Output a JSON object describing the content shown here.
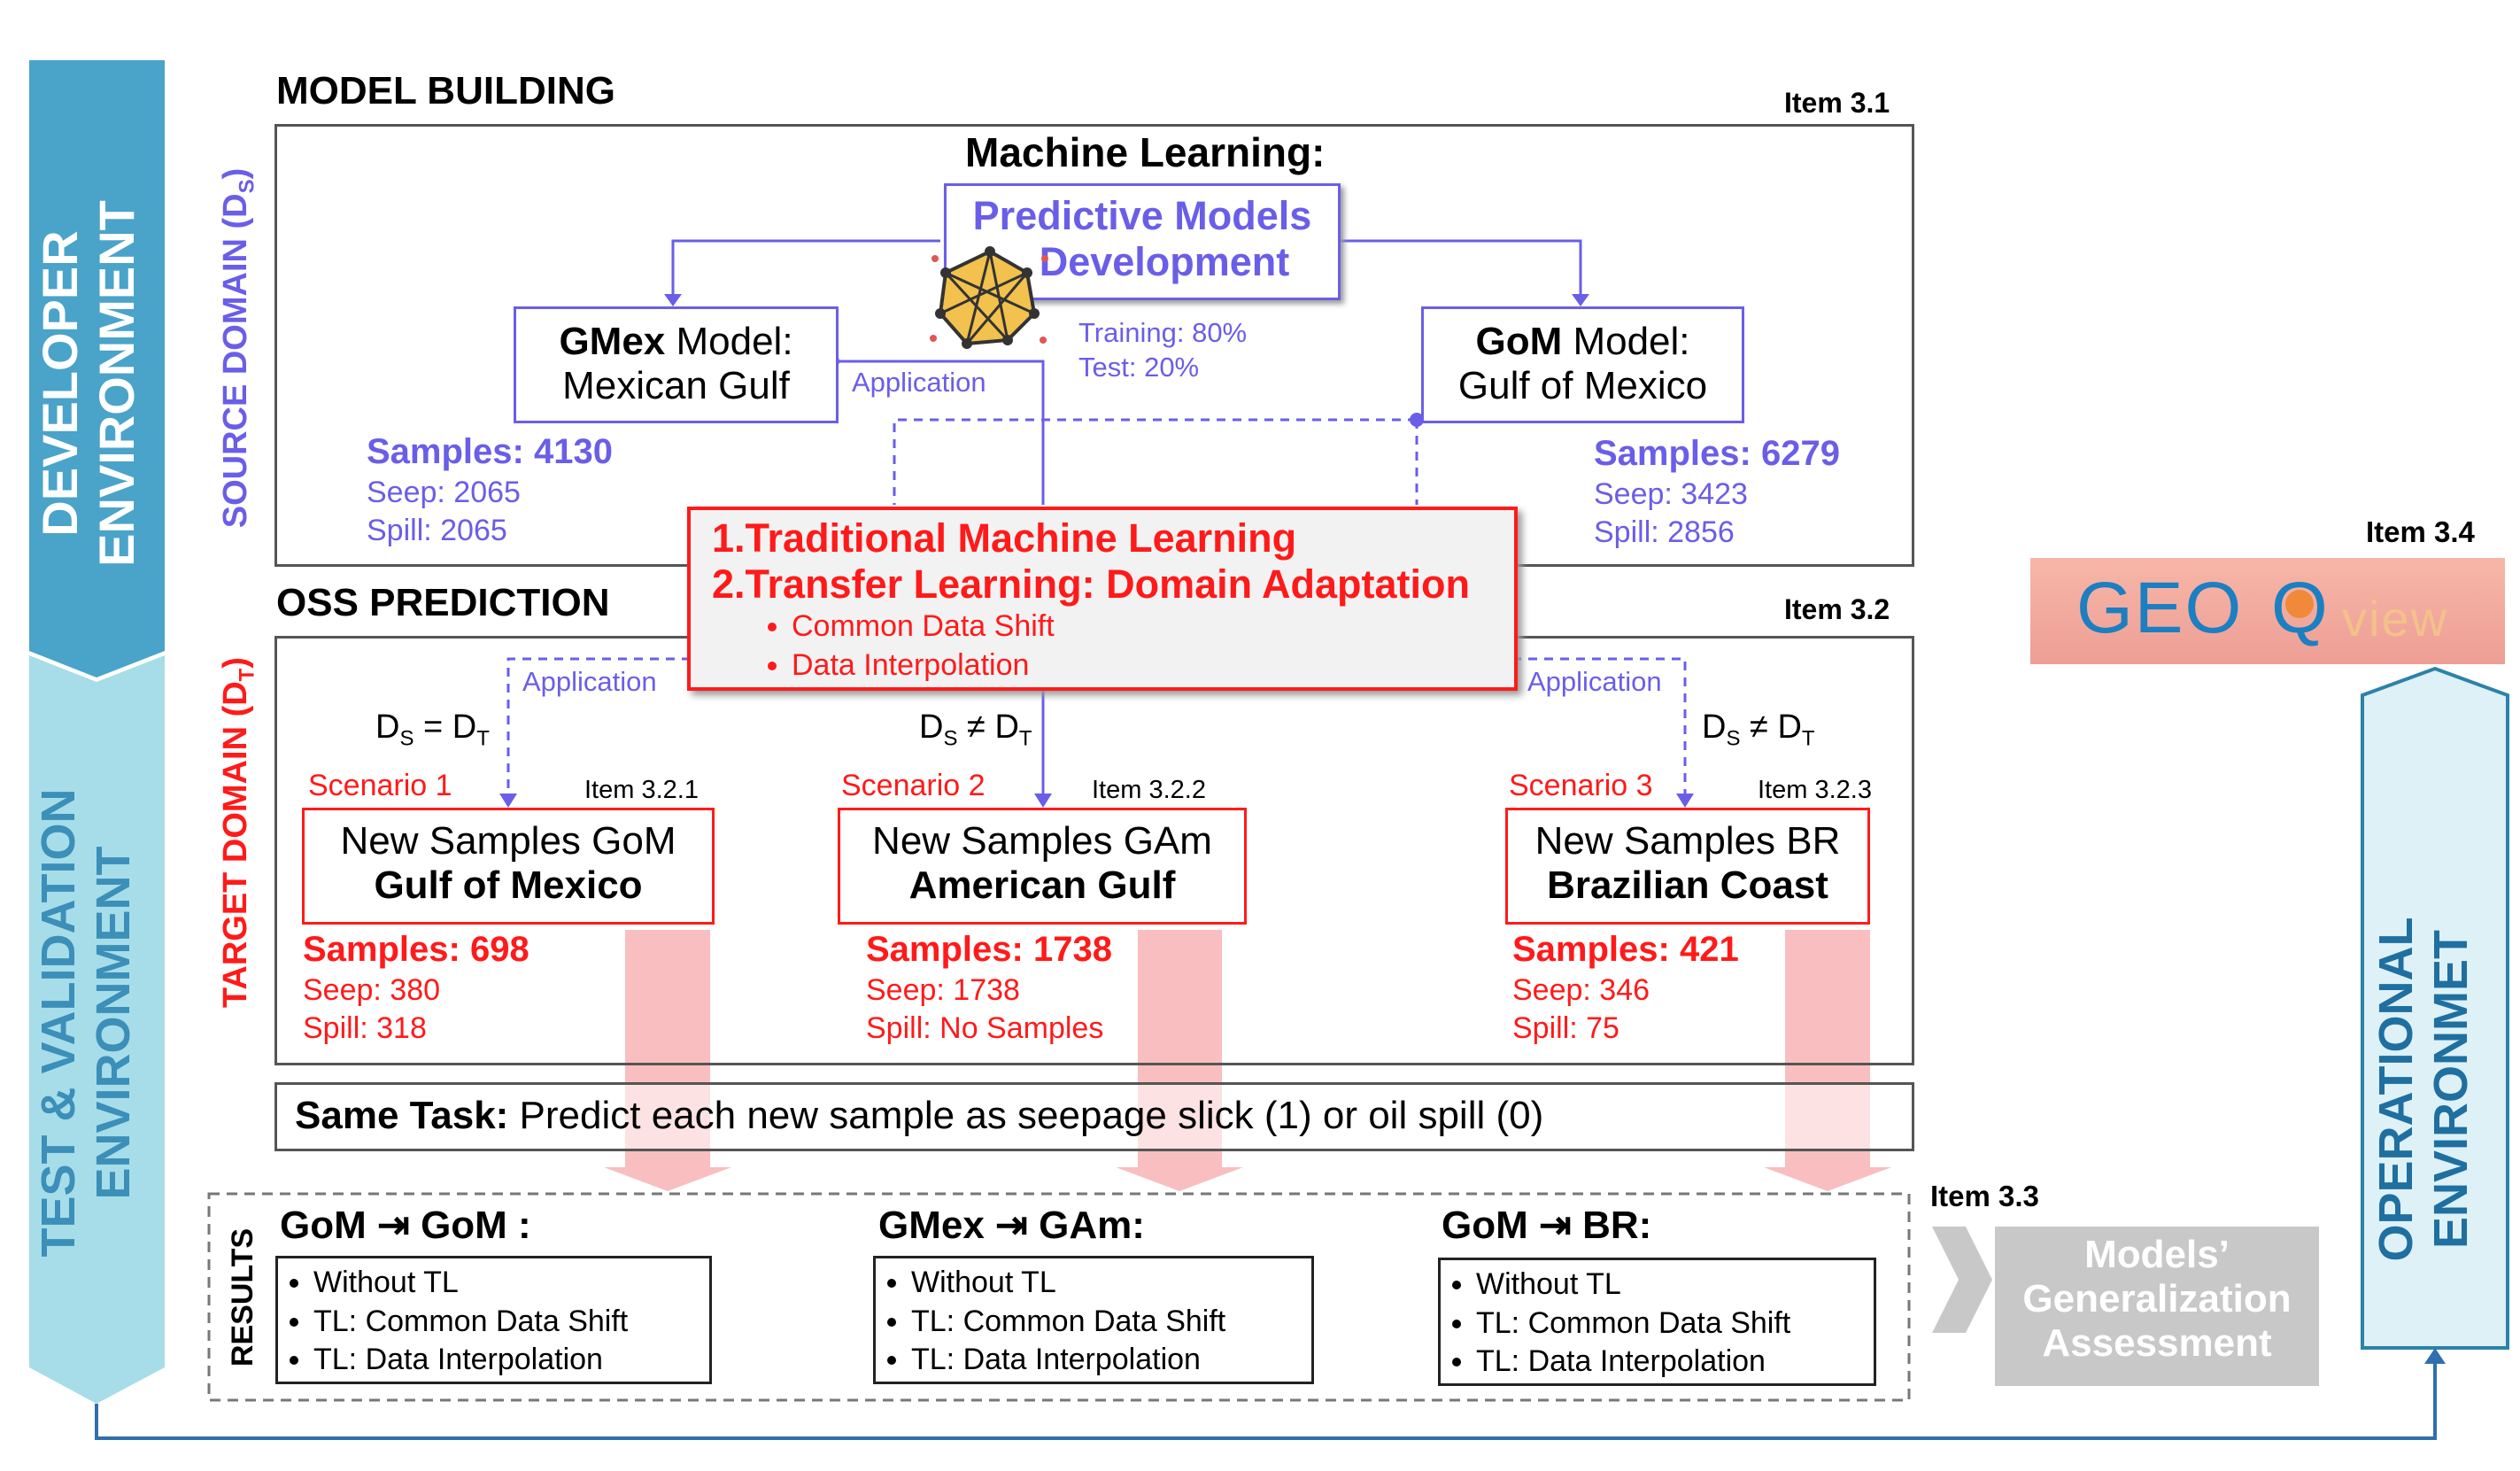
{
  "environments": {
    "developer": "DEVELOPER ENVIRONMENT",
    "test_validation": "TEST & VALIDATION ENVIRONMENT",
    "operational": "OPERATIONAL ENVIRONMET"
  },
  "model_building": {
    "title": "MODEL BUILDING",
    "item": "Item 3.1",
    "source_domain": "SOURCE DOMAIN (D",
    "source_domain_sub": "S",
    "ml_title": "Machine Learning:",
    "pred_models_line1": "Predictive Models",
    "pred_models_line2": "Development",
    "training": "Training: 80%",
    "test": "Test: 20%",
    "application": "Application",
    "gmex_model_bold": "GMex",
    "gmex_model_rest": " Model:",
    "gmex_model_line2": "Mexican Gulf",
    "gom_model_bold": "GoM",
    "gom_model_rest": " Model:",
    "gom_model_line2": "Gulf of Mexico",
    "gmex_samples": "Samples: 4130",
    "gmex_seep": "Seep: 2065",
    "gmex_spill": "Spill: 2065",
    "gom_samples": "Samples: 6279",
    "gom_seep": "Seep: 3423",
    "gom_spill": "Spill: 2856"
  },
  "methods": {
    "line1": "1.Traditional Machine Learning",
    "line2": "2.Transfer Learning: Domain Adaptation",
    "bullets": [
      "Common Data Shift",
      "Data Interpolation"
    ]
  },
  "oss_prediction": {
    "title": "OSS PREDICTION",
    "item": "Item 3.2",
    "target_domain": "TARGET DOMAIN (D",
    "target_domain_sub": "T",
    "application_left": "Application",
    "application_right": "Application",
    "ds_eq_dt": "= D",
    "ds_neq_dt": "≠ D",
    "d": "D",
    "s": "S",
    "t": "T",
    "scenarios": [
      {
        "label": "Scenario 1",
        "item": "Item 3.2.1",
        "line1": "New Samples GoM",
        "line2": "Gulf of Mexico",
        "samples": "Samples: 698",
        "seep": "Seep: 380",
        "spill": "Spill: 318"
      },
      {
        "label": "Scenario 2",
        "item": "Item 3.2.2",
        "line1": "New Samples GAm",
        "line2": "American Gulf",
        "samples": "Samples: 1738",
        "seep": "Seep: 1738",
        "spill": "Spill: No Samples"
      },
      {
        "label": "Scenario 3",
        "item": "Item 3.2.3",
        "line1": "New Samples BR",
        "line2": "Brazilian Coast",
        "samples": "Samples: 421",
        "seep": "Seep: 346",
        "spill": "Spill: 75"
      }
    ],
    "same_task_bold": "Same Task:",
    "same_task_rest": " Predict each new sample as seepage slick (1) or oil spill (0)"
  },
  "results": {
    "label": "RESULTS",
    "groups": [
      {
        "title": "GoM ⇥ GoM :",
        "items": [
          "Without TL",
          "TL: Common Data Shift",
          "TL: Data Interpolation"
        ]
      },
      {
        "title": "GMex ⇥ GAm:",
        "items": [
          "Without TL",
          "TL: Common Data Shift",
          "TL: Data Interpolation"
        ]
      },
      {
        "title": "GoM ⇥ BR:",
        "items": [
          "Without TL",
          "TL: Common Data Shift",
          "TL: Data Interpolation"
        ]
      }
    ]
  },
  "assessment": {
    "item": "Item 3.3",
    "line1": "Models’",
    "line2": "Generalization",
    "line3": "Assessment"
  },
  "geoqview": {
    "item": "Item 3.4",
    "geo": "GEO",
    "q": "Q",
    "view": "view"
  },
  "colors": {
    "blue_dark": "#4aa3c9",
    "blue_light": "#a6dde9",
    "purple": "#6a5ee8",
    "red": "#ff1a1a",
    "pink": "#f7b7b9",
    "gray": "#c8c8c8"
  }
}
